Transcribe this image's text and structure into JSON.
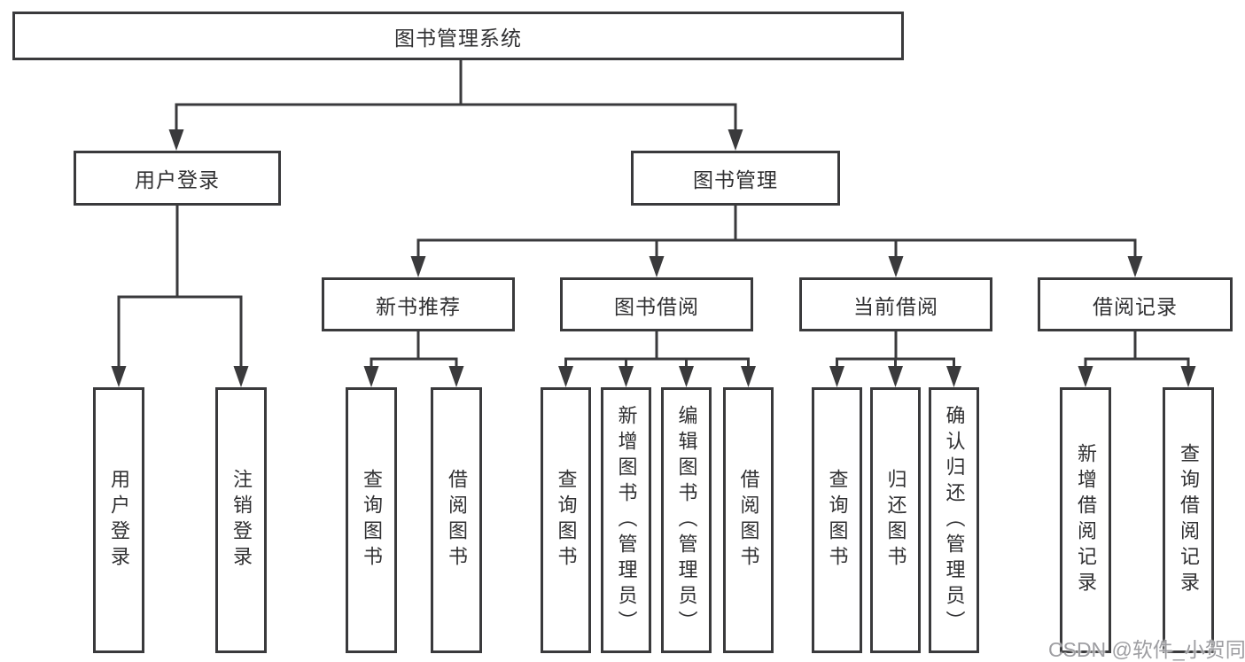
{
  "diagram": {
    "root": {
      "label": "图书管理系统"
    },
    "branches": [
      {
        "label": "用户登录",
        "children": [
          {
            "label": "用户登录"
          },
          {
            "label": "注销登录"
          }
        ]
      },
      {
        "label": "图书管理",
        "children": [
          {
            "label": "新书推荐",
            "children": [
              {
                "label": "查询图书"
              },
              {
                "label": "借阅图书"
              }
            ]
          },
          {
            "label": "图书借阅",
            "children": [
              {
                "label": "查询图书"
              },
              {
                "label": "新增图书（管理员）"
              },
              {
                "label": "编辑图书（管理员）"
              },
              {
                "label": "借阅图书"
              }
            ]
          },
          {
            "label": "当前借阅",
            "children": [
              {
                "label": "查询图书"
              },
              {
                "label": "归还图书"
              },
              {
                "label": "确认归还（管理员）"
              }
            ]
          },
          {
            "label": "借阅记录",
            "children": [
              {
                "label": "新增借阅记录"
              },
              {
                "label": "查询借阅记录"
              }
            ]
          }
        ]
      }
    ]
  },
  "watermark": {
    "text": "CSDN @软件_小贺同学"
  },
  "colors": {
    "line": "#3a3a3c",
    "box_border": "#3a3a3c",
    "text": "#303032",
    "background": "#ffffff",
    "watermark_text": "#9e9ea2"
  }
}
